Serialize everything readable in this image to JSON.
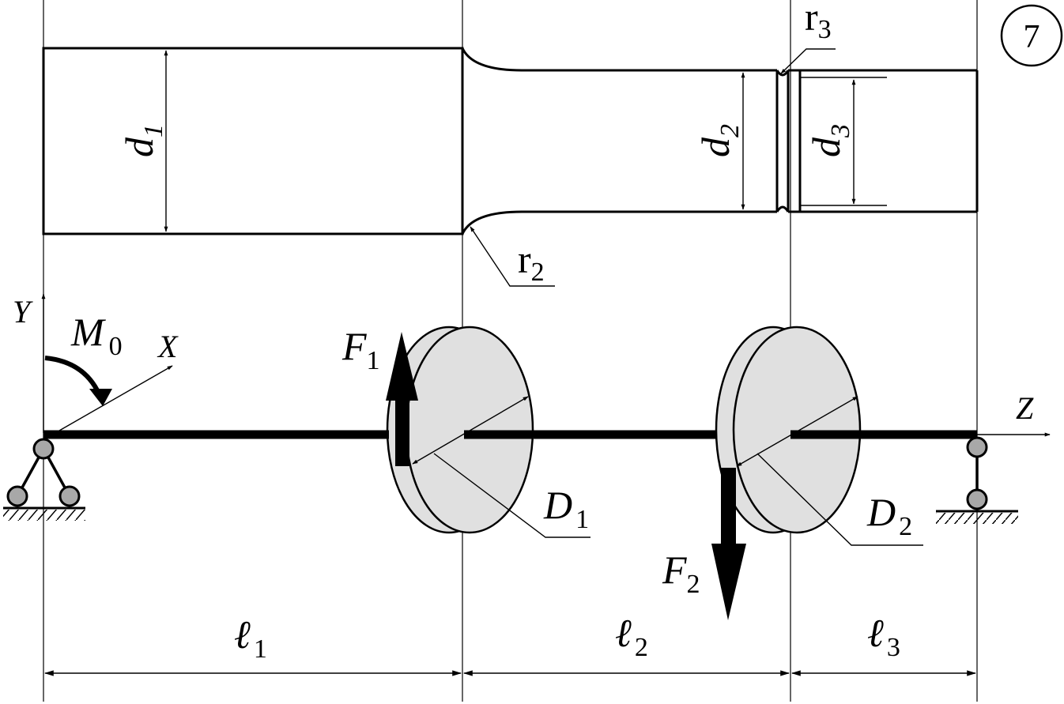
{
  "figure_number": "7",
  "shaft_sketch": {
    "diameters": [
      {
        "main": "d",
        "sub": "1"
      },
      {
        "main": "d",
        "sub": "2"
      },
      {
        "main": "d",
        "sub": "3"
      }
    ],
    "radii": [
      {
        "main": "r",
        "sub": "2"
      },
      {
        "main": "r",
        "sub": "3"
      }
    ]
  },
  "load_scheme": {
    "axes": {
      "y": "Y",
      "x": "X",
      "z": "Z"
    },
    "moment": {
      "main": "M",
      "sub": "0"
    },
    "forces": [
      {
        "main": "F",
        "sub": "1",
        "direction": "up"
      },
      {
        "main": "F",
        "sub": "2",
        "direction": "down"
      }
    ],
    "pulleys": [
      {
        "main": "D",
        "sub": "1"
      },
      {
        "main": "D",
        "sub": "2"
      }
    ],
    "supports": [
      "pinned",
      "roller"
    ]
  },
  "lengths": [
    {
      "main": "ℓ",
      "sub": "1"
    },
    {
      "main": "ℓ",
      "sub": "2"
    },
    {
      "main": "ℓ",
      "sub": "3"
    }
  ],
  "colors": {
    "line": "#000000",
    "pulley_fill": "#e0e0e0",
    "joint_fill": "#a8a8a8"
  }
}
